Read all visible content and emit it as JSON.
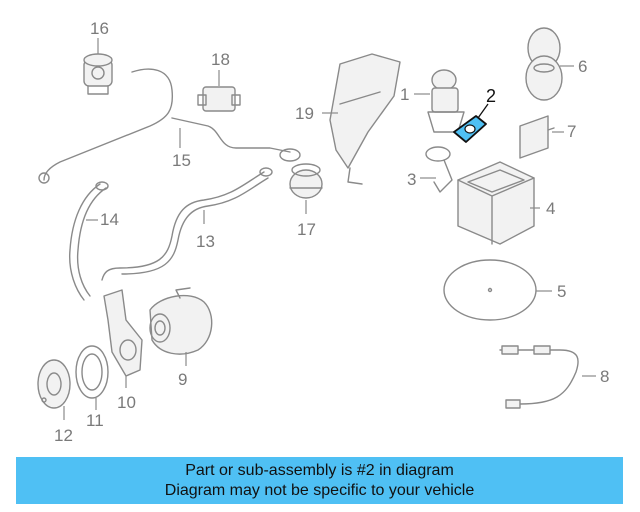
{
  "diagram": {
    "highlight_callout": "2",
    "highlight_color": "#4fc0f4",
    "callouts": [
      "1",
      "2",
      "3",
      "4",
      "5",
      "6",
      "7",
      "8",
      "9",
      "10",
      "11",
      "12",
      "13",
      "14",
      "15",
      "16",
      "17",
      "18",
      "19"
    ]
  },
  "banner": {
    "line1": "Part or sub-assembly is #2 in diagram",
    "line2": "Diagram may not be specific to your vehicle",
    "background": "#4fc0f4"
  }
}
